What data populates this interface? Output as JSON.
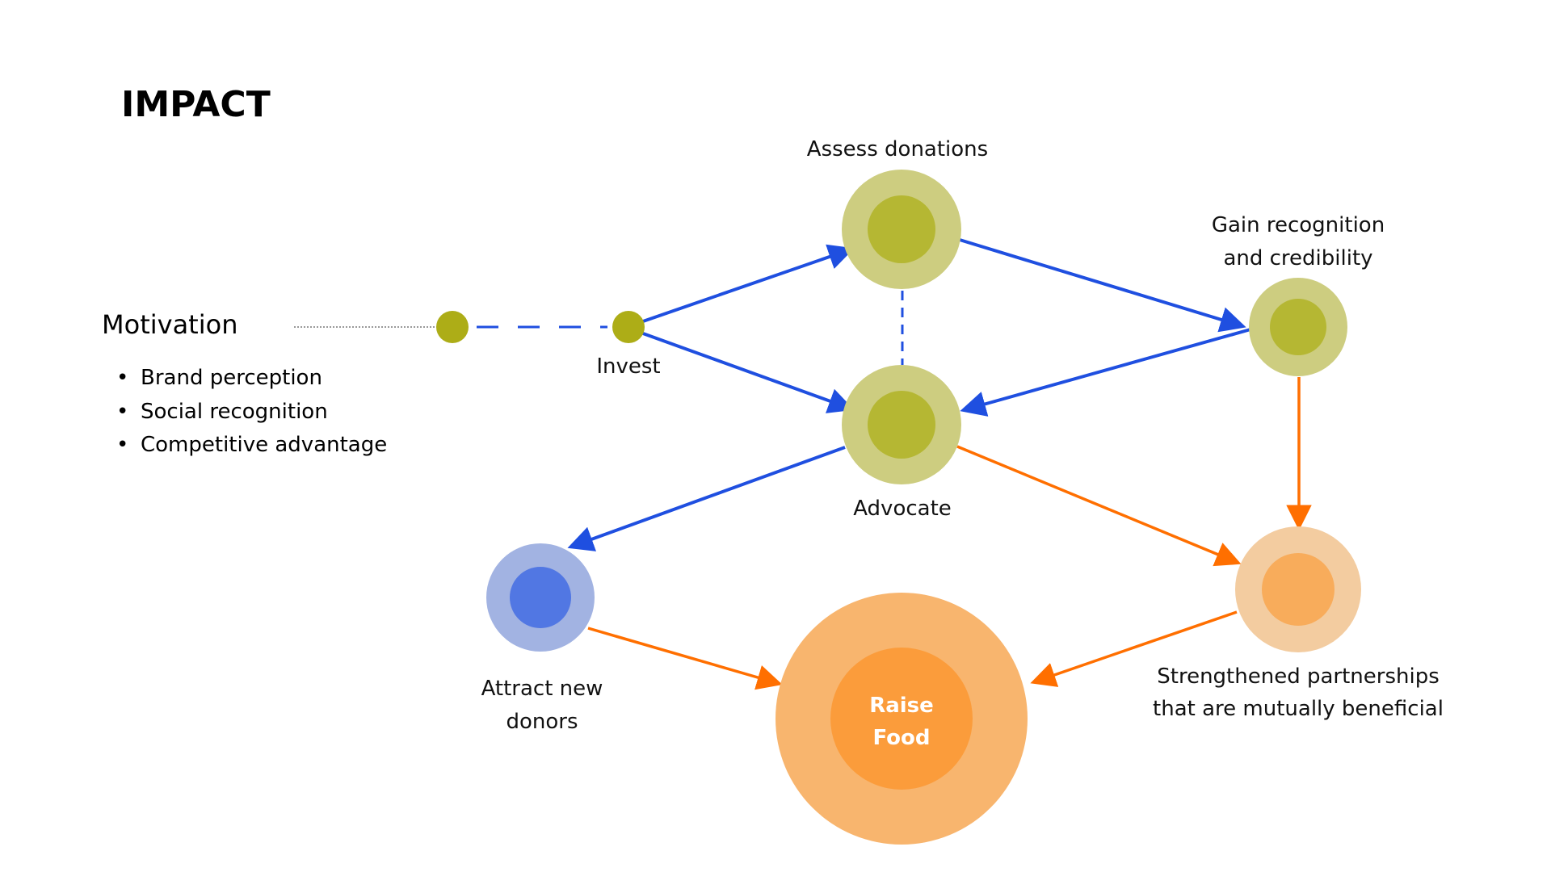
{
  "title": "IMPACT",
  "motivation": {
    "heading": "Motivation",
    "bullets": [
      "Brand perception",
      "Social recognition",
      "Competitive advantage"
    ],
    "bullet_glyph": "•"
  },
  "colors": {
    "blue_arrow": "#1f4fe0",
    "orange_arrow": "#ff6f00",
    "olive_outer": "#cdcd80",
    "olive_inner": "#b5b733",
    "olive_dot": "#adad17",
    "blue_outer": "#a2b3e2",
    "blue_inner": "#5177e3",
    "peach_outer": "#f3cca0",
    "peach_inner": "#f8ac5b",
    "orange_outer": "#f8b56e",
    "orange_inner": "#fb9c3b"
  },
  "nodes": {
    "invest": {
      "label": "Invest"
    },
    "assess": {
      "label": "Assess donations"
    },
    "advocate": {
      "label": "Advocate"
    },
    "gain": {
      "label_lines": [
        "Gain recognition",
        "and credibility"
      ]
    },
    "strengthened": {
      "label_lines": [
        "Strengthened partnerships",
        "that are mutually beneficial"
      ]
    },
    "attract": {
      "label_lines": [
        "Attract new",
        "donors"
      ]
    },
    "raise": {
      "label_lines": [
        "Raise",
        "Food"
      ]
    }
  },
  "edges": [
    {
      "from": "motivation",
      "to": "start-dot",
      "style": "dotted"
    },
    {
      "from": "start-dot",
      "to": "invest",
      "style": "dashed",
      "color": "blue"
    },
    {
      "from": "invest",
      "to": "assess",
      "style": "arrow",
      "color": "blue"
    },
    {
      "from": "invest",
      "to": "advocate",
      "style": "arrow",
      "color": "blue"
    },
    {
      "from": "assess",
      "to": "advocate",
      "style": "dashed",
      "color": "blue"
    },
    {
      "from": "assess",
      "to": "gain",
      "style": "arrow",
      "color": "blue"
    },
    {
      "from": "gain",
      "to": "advocate",
      "style": "arrow",
      "color": "blue"
    },
    {
      "from": "advocate",
      "to": "attract",
      "style": "arrow",
      "color": "blue"
    },
    {
      "from": "advocate",
      "to": "strengthened",
      "style": "arrow",
      "color": "orange"
    },
    {
      "from": "gain",
      "to": "strengthened",
      "style": "arrow",
      "color": "orange"
    },
    {
      "from": "attract",
      "to": "raise",
      "style": "arrow",
      "color": "orange"
    },
    {
      "from": "strengthened",
      "to": "raise",
      "style": "arrow",
      "color": "orange"
    }
  ]
}
